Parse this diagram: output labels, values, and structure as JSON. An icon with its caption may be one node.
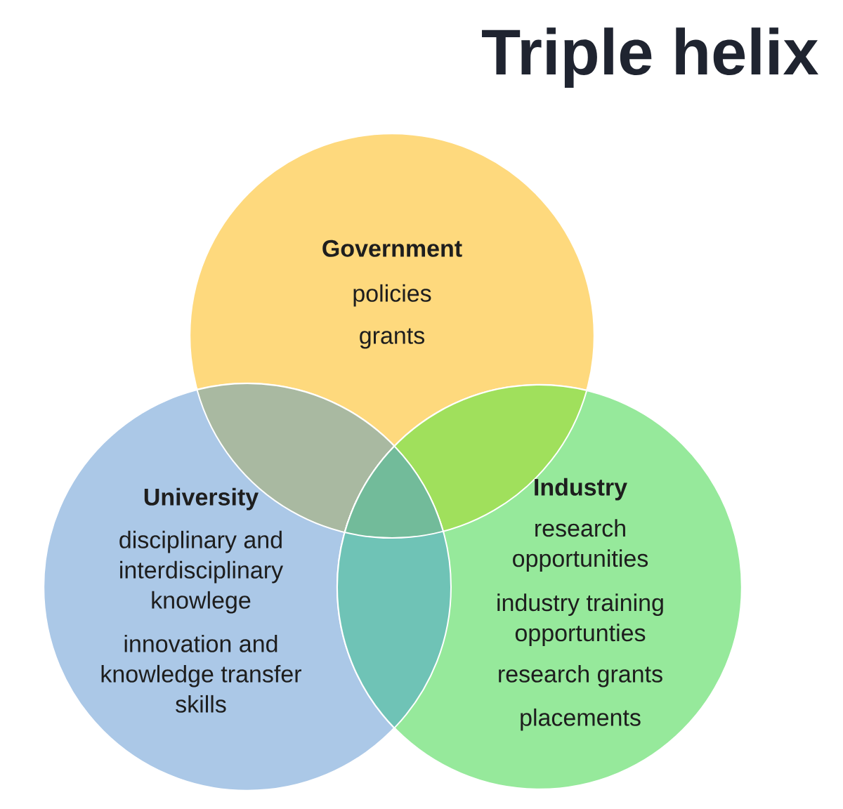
{
  "diagram": {
    "title": "Triple helix",
    "nodes": [
      {
        "text": [
          "Government",
          "policies",
          "grants"
        ]
      },
      {
        "text": [
          "University",
          "disciplinary and interdisciplinary knowlege",
          "innovation and knowledge transfer skills"
        ]
      },
      {
        "text": [
          "Industry",
          "research opportunities",
          "industry training opportunties",
          "research grants",
          "placements"
        ]
      }
    ]
  }
}
